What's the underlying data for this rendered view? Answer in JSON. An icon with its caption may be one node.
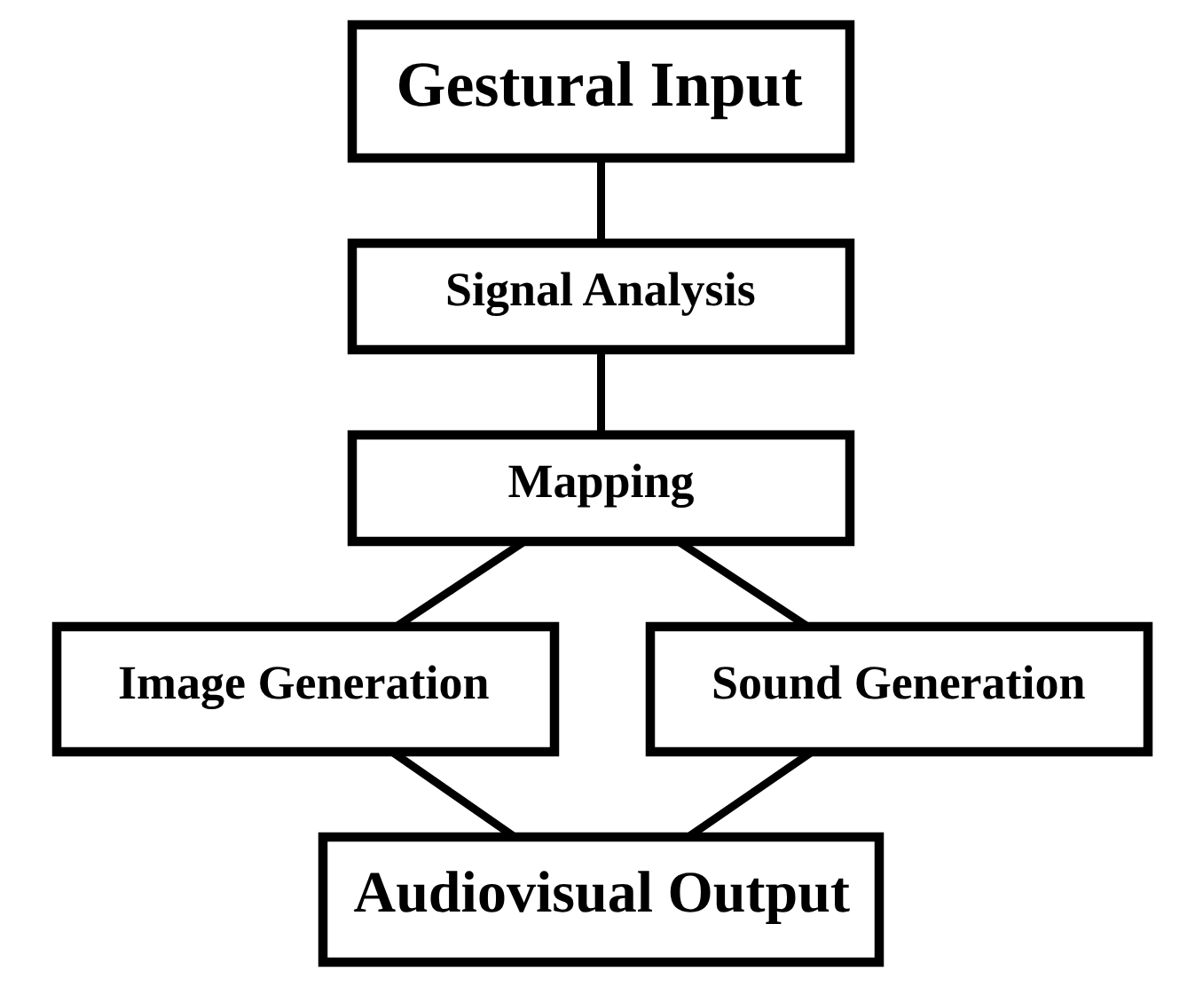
{
  "diagram": {
    "nodes": [
      {
        "text": [
          "Gestural Input"
        ]
      },
      {
        "text": [
          "Signal Analysis"
        ]
      },
      {
        "text": [
          "Mapping"
        ]
      },
      {
        "text": [
          "Image Generation"
        ]
      },
      {
        "text": [
          "Sound Generation"
        ]
      },
      {
        "text": [
          "Audiovisual Output"
        ]
      }
    ],
    "edges": [
      {
        "from": 0,
        "to": 1,
        "arrow": "none"
      },
      {
        "from": 1,
        "to": 2,
        "arrow": "none"
      },
      {
        "from": 2,
        "to": 3,
        "arrow": "none"
      },
      {
        "from": 2,
        "to": 4,
        "arrow": "none"
      },
      {
        "from": 3,
        "to": 5,
        "arrow": "none"
      },
      {
        "from": 4,
        "to": 5,
        "arrow": "none"
      }
    ]
  }
}
